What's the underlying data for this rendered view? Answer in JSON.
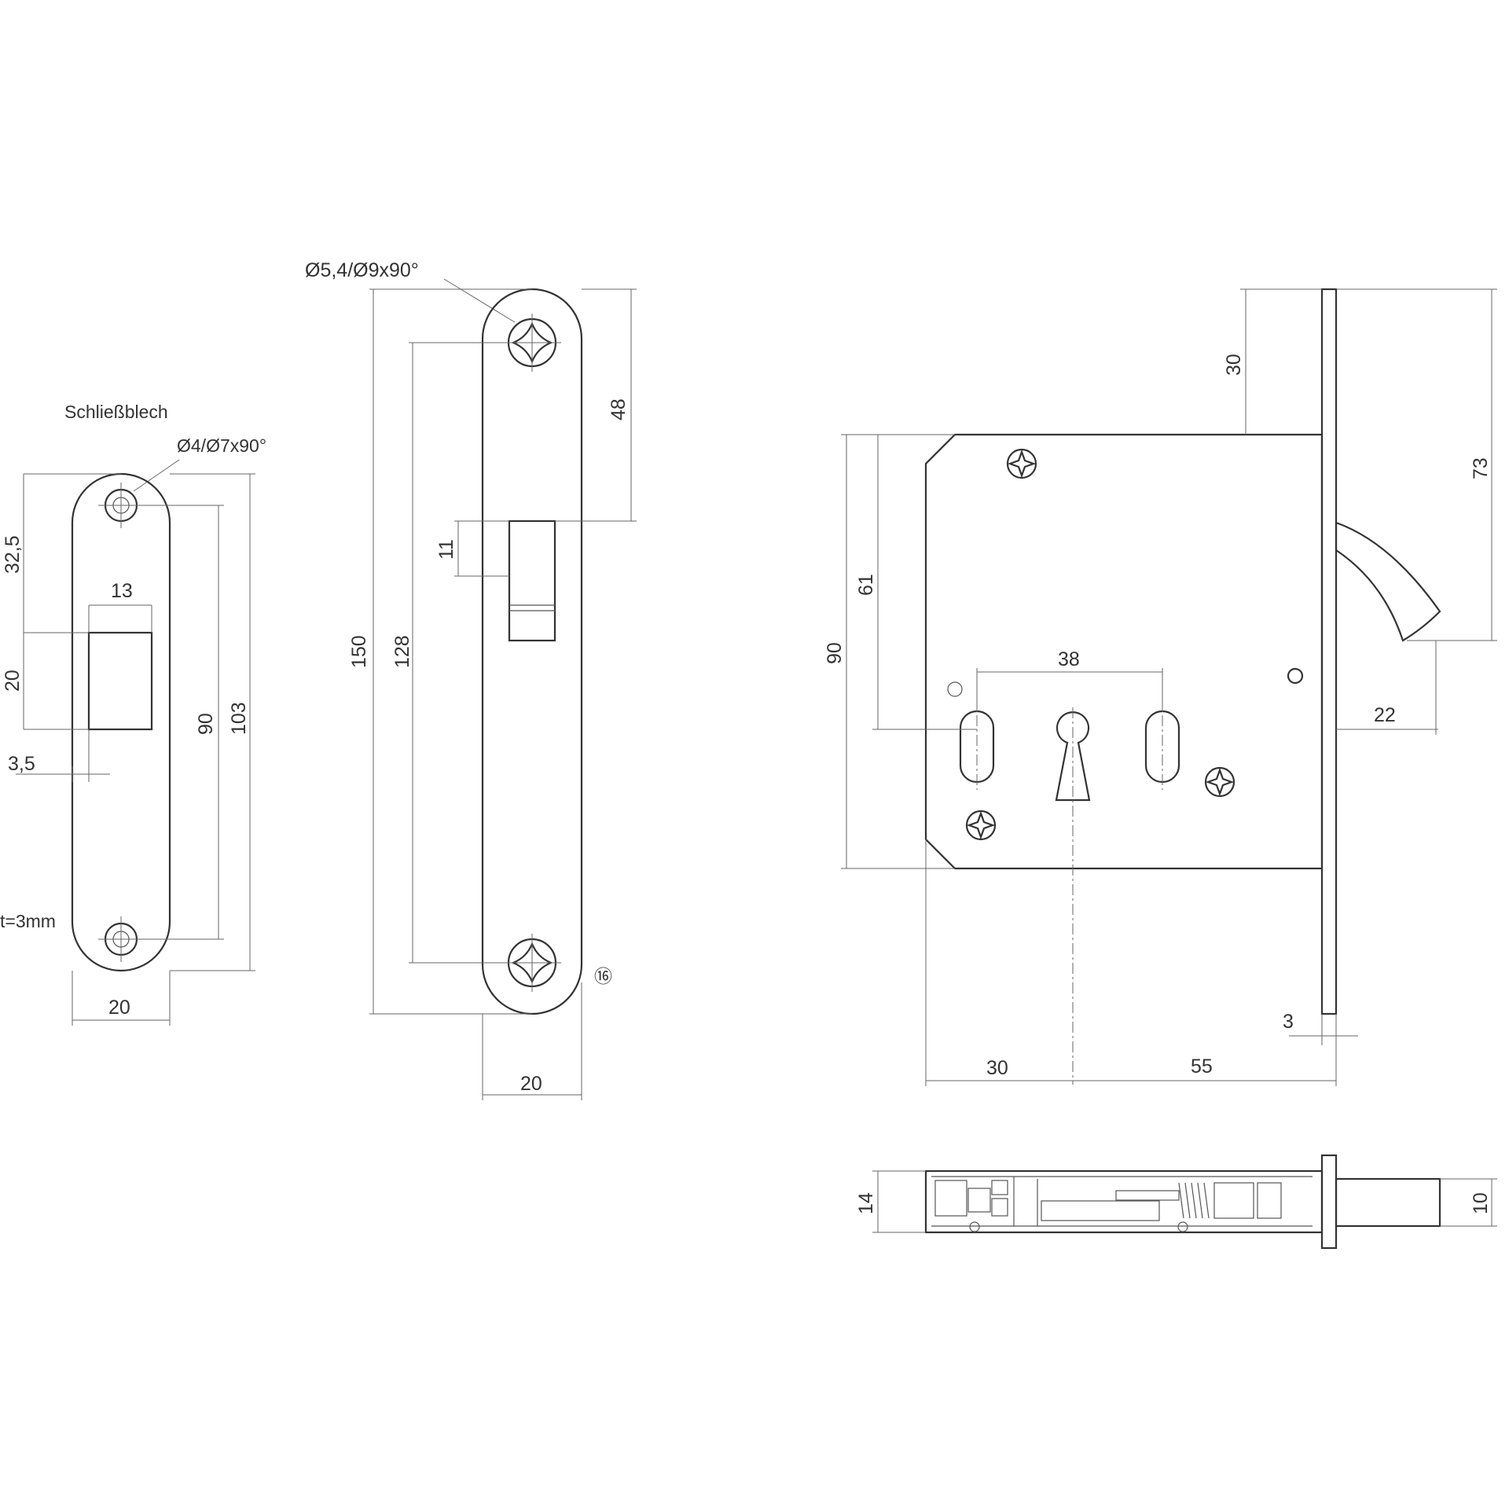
{
  "strike_plate": {
    "title": "Schließblech",
    "hole_spec": "Ø4/Ø7x90°",
    "thickness": "t=3mm",
    "dims": {
      "d32_5": "32,5",
      "d13": "13",
      "d20_slot": "20",
      "d3_5": "3,5",
      "d90": "90",
      "d103": "103",
      "d20_width": "20"
    }
  },
  "faceplate": {
    "hole_spec": "Ø5,4/Ø9x90°",
    "dims": {
      "d150": "150",
      "d128": "128",
      "d48": "48",
      "d11": "11",
      "d20_width": "20"
    },
    "mark": "⑯"
  },
  "lock_body": {
    "dims": {
      "d30_top": "30",
      "d73": "73",
      "d61": "61",
      "d90": "90",
      "d38": "38",
      "d22": "22",
      "d3": "3",
      "d30_bottom": "30",
      "d55": "55"
    }
  },
  "side_view": {
    "dims": {
      "d14": "14",
      "d10": "10"
    }
  }
}
